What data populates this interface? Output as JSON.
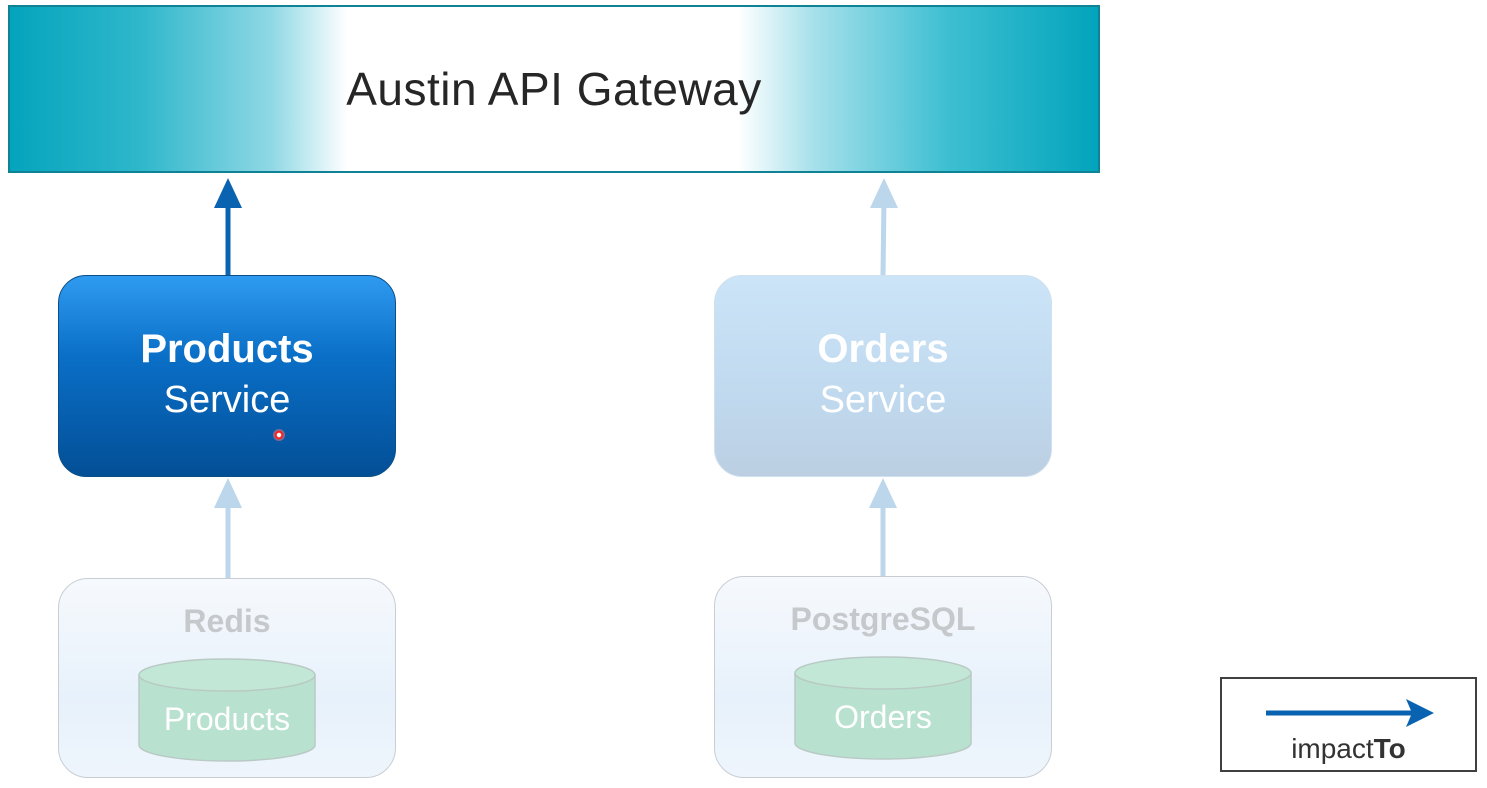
{
  "gateway": {
    "title": "Austin API Gateway"
  },
  "services": [
    {
      "name": "Products",
      "sub": "Service",
      "state": "highlighted"
    },
    {
      "name": "Orders",
      "sub": "Service",
      "state": "dimmed"
    }
  ],
  "stores": [
    {
      "title": "Redis",
      "db_label": "Products"
    },
    {
      "title": "PostgreSQL",
      "db_label": "Orders"
    }
  ],
  "edges": [
    {
      "from": "Products Service",
      "to": "Austin API Gateway",
      "state": "highlighted"
    },
    {
      "from": "Orders Service",
      "to": "Austin API Gateway",
      "state": "dimmed"
    },
    {
      "from": "Redis",
      "to": "Products Service",
      "state": "dimmed"
    },
    {
      "from": "PostgreSQL",
      "to": "Orders Service",
      "state": "dimmed"
    }
  ],
  "legend": {
    "text_regular": "impact",
    "text_bold": "To",
    "arrow_meaning": "impactTo"
  },
  "colors": {
    "highlight_arrow": "#0a63b0",
    "dim_arrow": "#bcd6ec",
    "gateway_edge": "#04a4bd",
    "db_fill": "#b7e3cf"
  }
}
